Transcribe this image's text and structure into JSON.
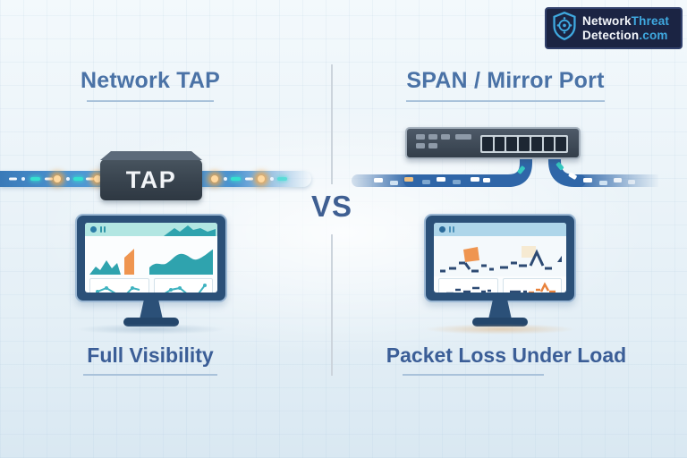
{
  "brand": {
    "name_part1": "Network",
    "name_part2": "Threat",
    "name_part3": "Detection",
    "name_part4": ".com"
  },
  "comparison": {
    "vs_label": "VS",
    "left": {
      "title": "Network TAP",
      "device_label": "TAP",
      "verdict": "Full Visibility"
    },
    "right": {
      "title": "SPAN / Mirror Port",
      "verdict": "Packet Loss Under Load"
    }
  },
  "colors": {
    "title_blue": "#4a72a6",
    "verdict_blue": "#3b5e97",
    "brand_bg": "#1b2443",
    "brand_accent": "#3fa9e0",
    "cable_blue": "#3a7cc0",
    "healthy_teal": "#2fa3ae",
    "warning_orange": "#ef9550",
    "device_dark": "#38434e"
  }
}
